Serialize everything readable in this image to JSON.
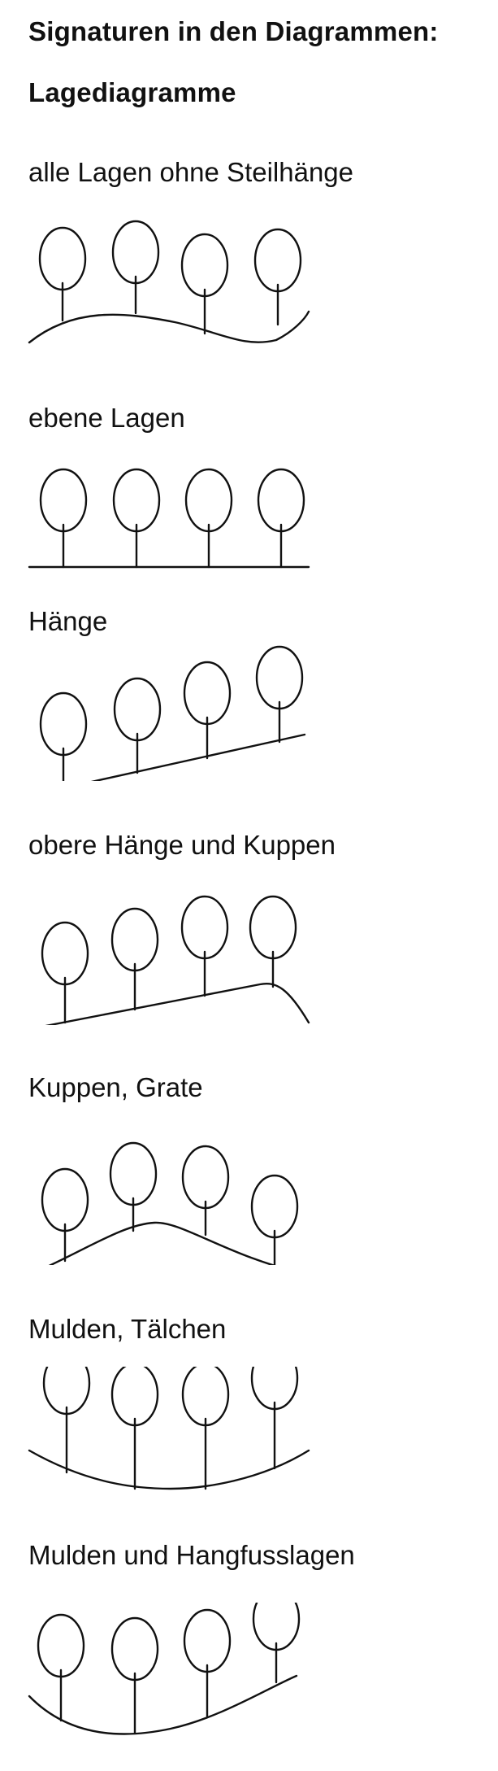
{
  "header": {
    "title": "Signaturen in den Diagrammen:",
    "subtitle": "Lagediagramme"
  },
  "diagrams": [
    {
      "label": "alle Lagen ohne Steilhänge",
      "icon": "trees-on-mixed-terrain-icon"
    },
    {
      "label": "ebene Lagen",
      "icon": "trees-on-flat-terrain-icon"
    },
    {
      "label": "Hänge",
      "icon": "trees-on-slope-icon"
    },
    {
      "label": "obere Hänge und Kuppen",
      "icon": "trees-on-upper-slope-and-crest-icon"
    },
    {
      "label": "Kuppen, Grate",
      "icon": "trees-on-crest-icon"
    },
    {
      "label": "Mulden, Tälchen",
      "icon": "trees-in-hollow-icon"
    },
    {
      "label": "Mulden und Hangfusslagen",
      "icon": "trees-in-hollow-and-footslope-icon"
    }
  ]
}
